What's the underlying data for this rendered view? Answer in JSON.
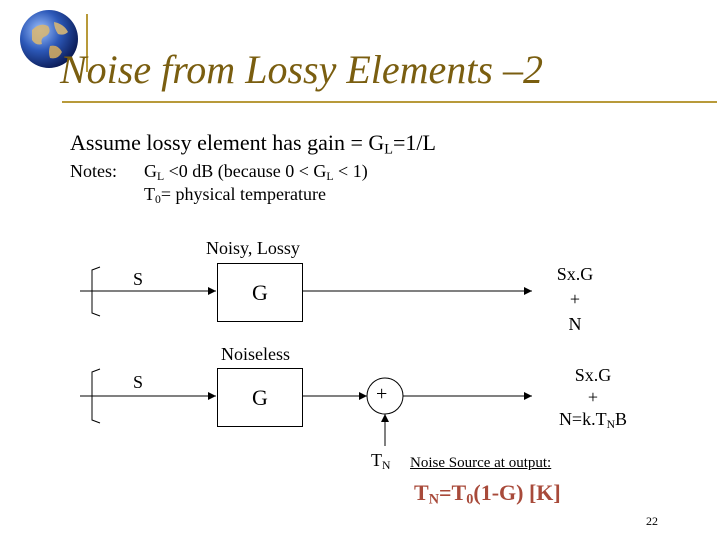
{
  "slide": {
    "title": "Noise from Lossy Elements –2",
    "page_number": "22"
  },
  "body": {
    "assume_line_prefix": "Assume lossy element has gain = G",
    "assume_line_sub": "L",
    "assume_line_suffix": "=1/L",
    "notes_label": "Notes:",
    "note1_a": "G",
    "note1_a_sub": "L",
    "note1_b": " <0 dB (because 0 < G",
    "note1_b_sub": "L",
    "note1_c": " < 1)",
    "note2_a": "T",
    "note2_a_sub": "0",
    "note2_b": "= physical temperature"
  },
  "diagram": {
    "top_caption": "Noisy, Lossy",
    "top_source": "S",
    "top_block": "G",
    "top_output": [
      "Sx.G",
      "+",
      "N"
    ],
    "bottom_caption": "Noiseless",
    "bottom_source": "S",
    "bottom_block": "G",
    "adder_symbol": "+",
    "bottom_output_l1": "Sx.G",
    "bottom_output_l2": "+",
    "bottom_output_l3_a": "N=k.T",
    "bottom_output_l3_sub": "N",
    "bottom_output_l3_b": "B",
    "tn_label": "T",
    "tn_label_sub": "N",
    "noise_source_label": "Noise Source at output:",
    "formula_a": "T",
    "formula_a_sub": "N",
    "formula_b": "=T",
    "formula_b_sub": "0",
    "formula_c": "(1-G) [K]"
  },
  "colors": {
    "title": "#7a5e10",
    "rule": "#b89a3a",
    "formula": "#a84a3a"
  }
}
